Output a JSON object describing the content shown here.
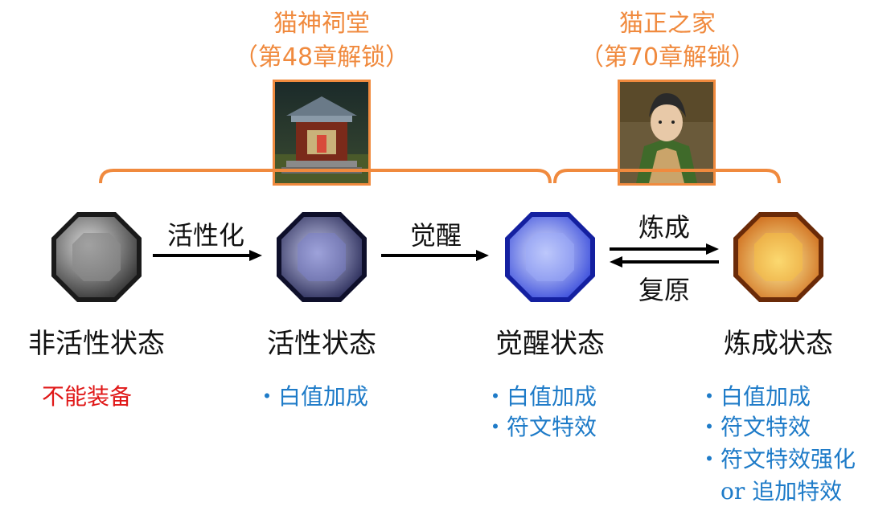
{
  "unlocks": [
    {
      "title": "猫神祠堂",
      "condition": "（第48章解锁）",
      "image": "shrine-image"
    },
    {
      "title": "猫正之家",
      "condition": "（第70章解锁）",
      "image": "character-portrait"
    }
  ],
  "states": [
    {
      "label": "非活性状态",
      "gem_color": "#7a7a7a",
      "effects": [],
      "note": "不能装备"
    },
    {
      "label": "活性状态",
      "gem_color": "#2d3170",
      "effects": [
        "・白值加成"
      ]
    },
    {
      "label": "觉醒状态",
      "gem_color": "#3f5ef0",
      "effects": [
        "・白值加成",
        "・符文特效"
      ]
    },
    {
      "label": "炼成状态",
      "gem_color": "#f0901a",
      "effects": [
        "・白值加成",
        "・符文特效",
        "・符文特效强化",
        "or 追加特效"
      ]
    }
  ],
  "transitions": {
    "activate": "活性化",
    "awaken": "觉醒",
    "refine": "炼成",
    "restore": "复原"
  },
  "colors": {
    "accent": "#f08a3e",
    "effect_text": "#1e7bc8",
    "warning_text": "#e01818"
  }
}
